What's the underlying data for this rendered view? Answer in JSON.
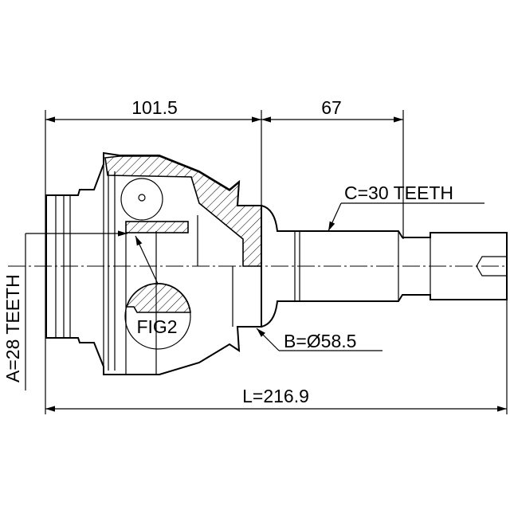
{
  "dimensions": {
    "housing_length": "101.5",
    "shaft_length": "67",
    "total_length": "L=216.9",
    "outer_teeth": "C=30 TEETH",
    "inner_teeth": "A=28 TEETH",
    "abs_diameter": "B=Ø58.5"
  },
  "detail_label": "FIG2"
}
